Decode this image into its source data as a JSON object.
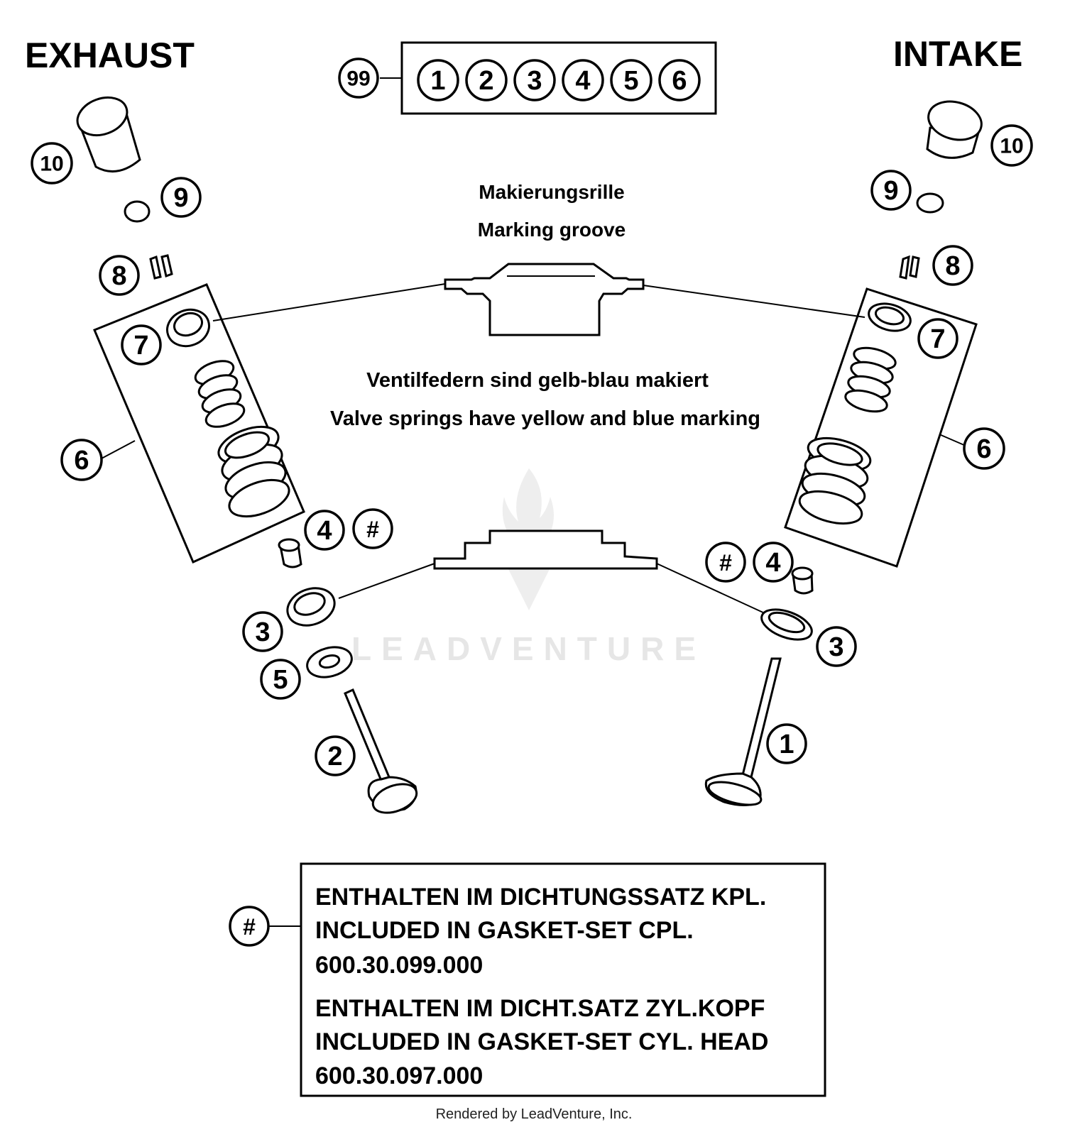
{
  "labels": {
    "exhaust": "EXHAUST",
    "intake": "INTAKE",
    "marking_de": "Makierungsrille",
    "marking_en": "Marking groove",
    "springs_de": "Ventilfedern sind gelb-blau makiert",
    "springs_en": "Valve springs have yellow and blue marking"
  },
  "kit": {
    "callout": "99",
    "items": [
      "1",
      "2",
      "3",
      "4",
      "5",
      "6"
    ]
  },
  "callouts": {
    "n1": "1",
    "n2": "2",
    "n3": "3",
    "n4": "4",
    "n5": "5",
    "n6": "6",
    "n7": "7",
    "n8": "8",
    "n9": "9",
    "n10": "10",
    "hash": "#"
  },
  "notes": {
    "line1": "ENTHALTEN IM DICHTUNGSSATZ KPL.",
    "line2": "INCLUDED IN GASKET-SET CPL.",
    "line3": "600.30.099.000",
    "line4": "ENTHALTEN IM DICHT.SATZ ZYL.KOPF",
    "line5": "INCLUDED IN GASKET-SET CYL. HEAD",
    "line6": "600.30.097.000"
  },
  "watermark": "LEADVENTURE",
  "footer": "Rendered by LeadVenture, Inc."
}
